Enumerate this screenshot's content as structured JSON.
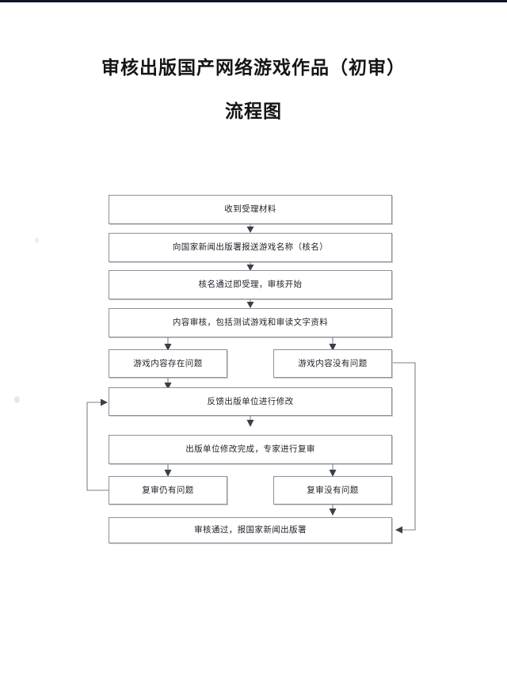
{
  "document": {
    "title_line1": "审核出版国产网络游戏作品（初审）",
    "title_line2": "流程图"
  },
  "flowchart": {
    "type": "flowchart",
    "orientation": "top-to-bottom",
    "nodes": [
      {
        "id": "n1",
        "label": "收到受理材料"
      },
      {
        "id": "n2",
        "label": "向国家新闻出版署报送游戏名称（核名）"
      },
      {
        "id": "n3",
        "label": "核名通过即受理，审核开始"
      },
      {
        "id": "n4",
        "label": "内容审核，包括测试游戏和审读文字资料"
      },
      {
        "id": "n5",
        "label": "游戏内容存在问题"
      },
      {
        "id": "n6",
        "label": "游戏内容没有问题"
      },
      {
        "id": "n7",
        "label": "反馈出版单位进行修改"
      },
      {
        "id": "n8",
        "label": "出版单位修改完成，专家进行复审"
      },
      {
        "id": "n9",
        "label": "复审仍有问题"
      },
      {
        "id": "n10",
        "label": "复审没有问题"
      },
      {
        "id": "n11",
        "label": "审核通过，报国家新闻出版署"
      }
    ],
    "edges": [
      {
        "from": "n1",
        "to": "n2"
      },
      {
        "from": "n2",
        "to": "n3"
      },
      {
        "from": "n3",
        "to": "n4"
      },
      {
        "from": "n4",
        "to": "n5"
      },
      {
        "from": "n4",
        "to": "n6"
      },
      {
        "from": "n5",
        "to": "n7"
      },
      {
        "from": "n6",
        "to": "n11"
      },
      {
        "from": "n7",
        "to": "n8"
      },
      {
        "from": "n8",
        "to": "n9"
      },
      {
        "from": "n8",
        "to": "n10"
      },
      {
        "from": "n9",
        "to": "n7"
      },
      {
        "from": "n10",
        "to": "n11"
      }
    ]
  },
  "colors": {
    "page_background": "#ffffff",
    "box_border": "#8d9099",
    "connector": "#7e828a",
    "text": "#20242b",
    "top_strip": "#11152b"
  }
}
